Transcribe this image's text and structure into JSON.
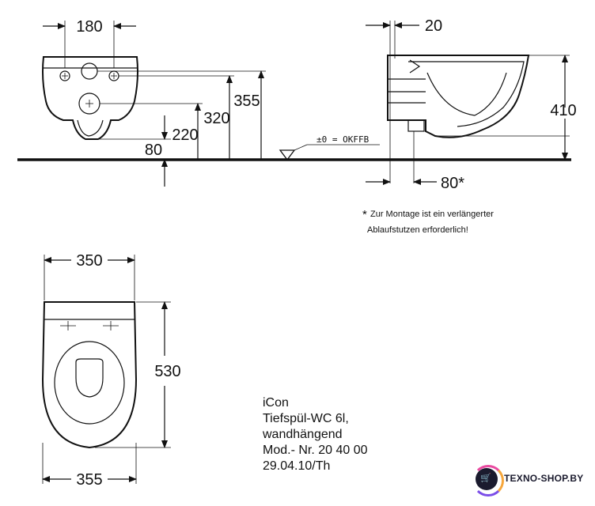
{
  "front_view": {
    "dim_top": "180",
    "dim_355": "355",
    "dim_320": "320",
    "dim_220": "220",
    "dim_80": "80"
  },
  "side_view": {
    "dim_top": "20",
    "dim_410": "410",
    "dim_bottom": "80*",
    "floor_ref": "±0 = OKFFB"
  },
  "footnote": {
    "star": "*",
    "line1": "Zur Montage ist ein verlängerter",
    "line2": "Ablaufstutzen erforderlich!"
  },
  "top_view": {
    "dim_top": "350",
    "dim_530": "530",
    "dim_bottom": "355"
  },
  "title_block": {
    "line1": "iCon",
    "line2": "Tiefspül-WC 6l,",
    "line3": "wandhängend",
    "line4": "Mod.- Nr. 20 40 00",
    "line5": "29.04.10/Th"
  },
  "watermark": {
    "brand": "TEXNO-SHOP.BY",
    "icon": "cart-icon"
  }
}
